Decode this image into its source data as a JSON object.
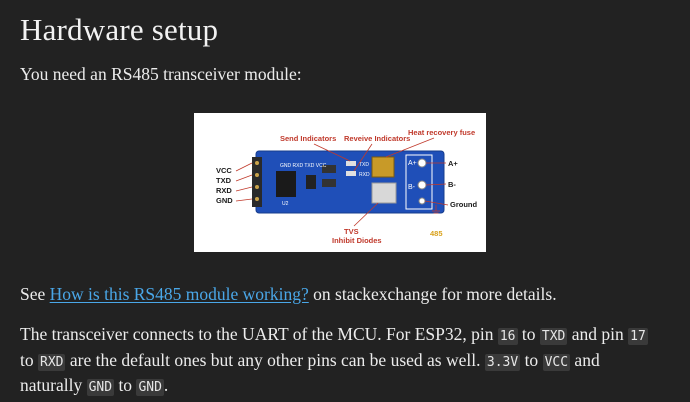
{
  "heading": "Hardware setup",
  "intro": "You need an RS485 transceiver module:",
  "figure": {
    "labels": {
      "send_indicators": "Send Indicators",
      "receive_indicators": "Reveive Indicators",
      "heat_fuse": "Heat recovery fuse",
      "vcc": "VCC",
      "txd": "TXD",
      "rxd": "RXD",
      "gnd": "GND",
      "a_plus": "A+",
      "b_minus": "B-",
      "ground": "Ground",
      "tvs": "TVS",
      "inhibit_diodes": "Inhibit Diodes",
      "model": "485",
      "board_txd": "TXD",
      "board_rxd": "RXD",
      "board_a": "A+",
      "board_b": "B-",
      "board_u2": "U2",
      "board_pins": "GND RXD TXD VCC"
    }
  },
  "see": {
    "prefix": "See ",
    "link": "How is this RS485 module working?",
    "suffix": " on stackexchange for more details."
  },
  "para": {
    "t1": "The transceiver connects to the UART of the MCU. For ESP32, pin ",
    "c1": "16",
    "t2": " to ",
    "c2": "TXD",
    "t3": " and pin ",
    "c3": "17",
    "t4": " to ",
    "c4": "RXD",
    "t5": " are the default ones but any other pins can be used as well. ",
    "c5": "3.3V",
    "t6": " to ",
    "c6": "VCC",
    "t7": " and naturally ",
    "c7": "GND",
    "t8": " to ",
    "c8": "GND",
    "t9": "."
  },
  "colors": {
    "background": "#222222",
    "text": "#ececec",
    "link": "#4aa7e8",
    "code_bg": "#3a3a3a",
    "board": "#1f4fb8",
    "label_red": "#c0392b"
  }
}
